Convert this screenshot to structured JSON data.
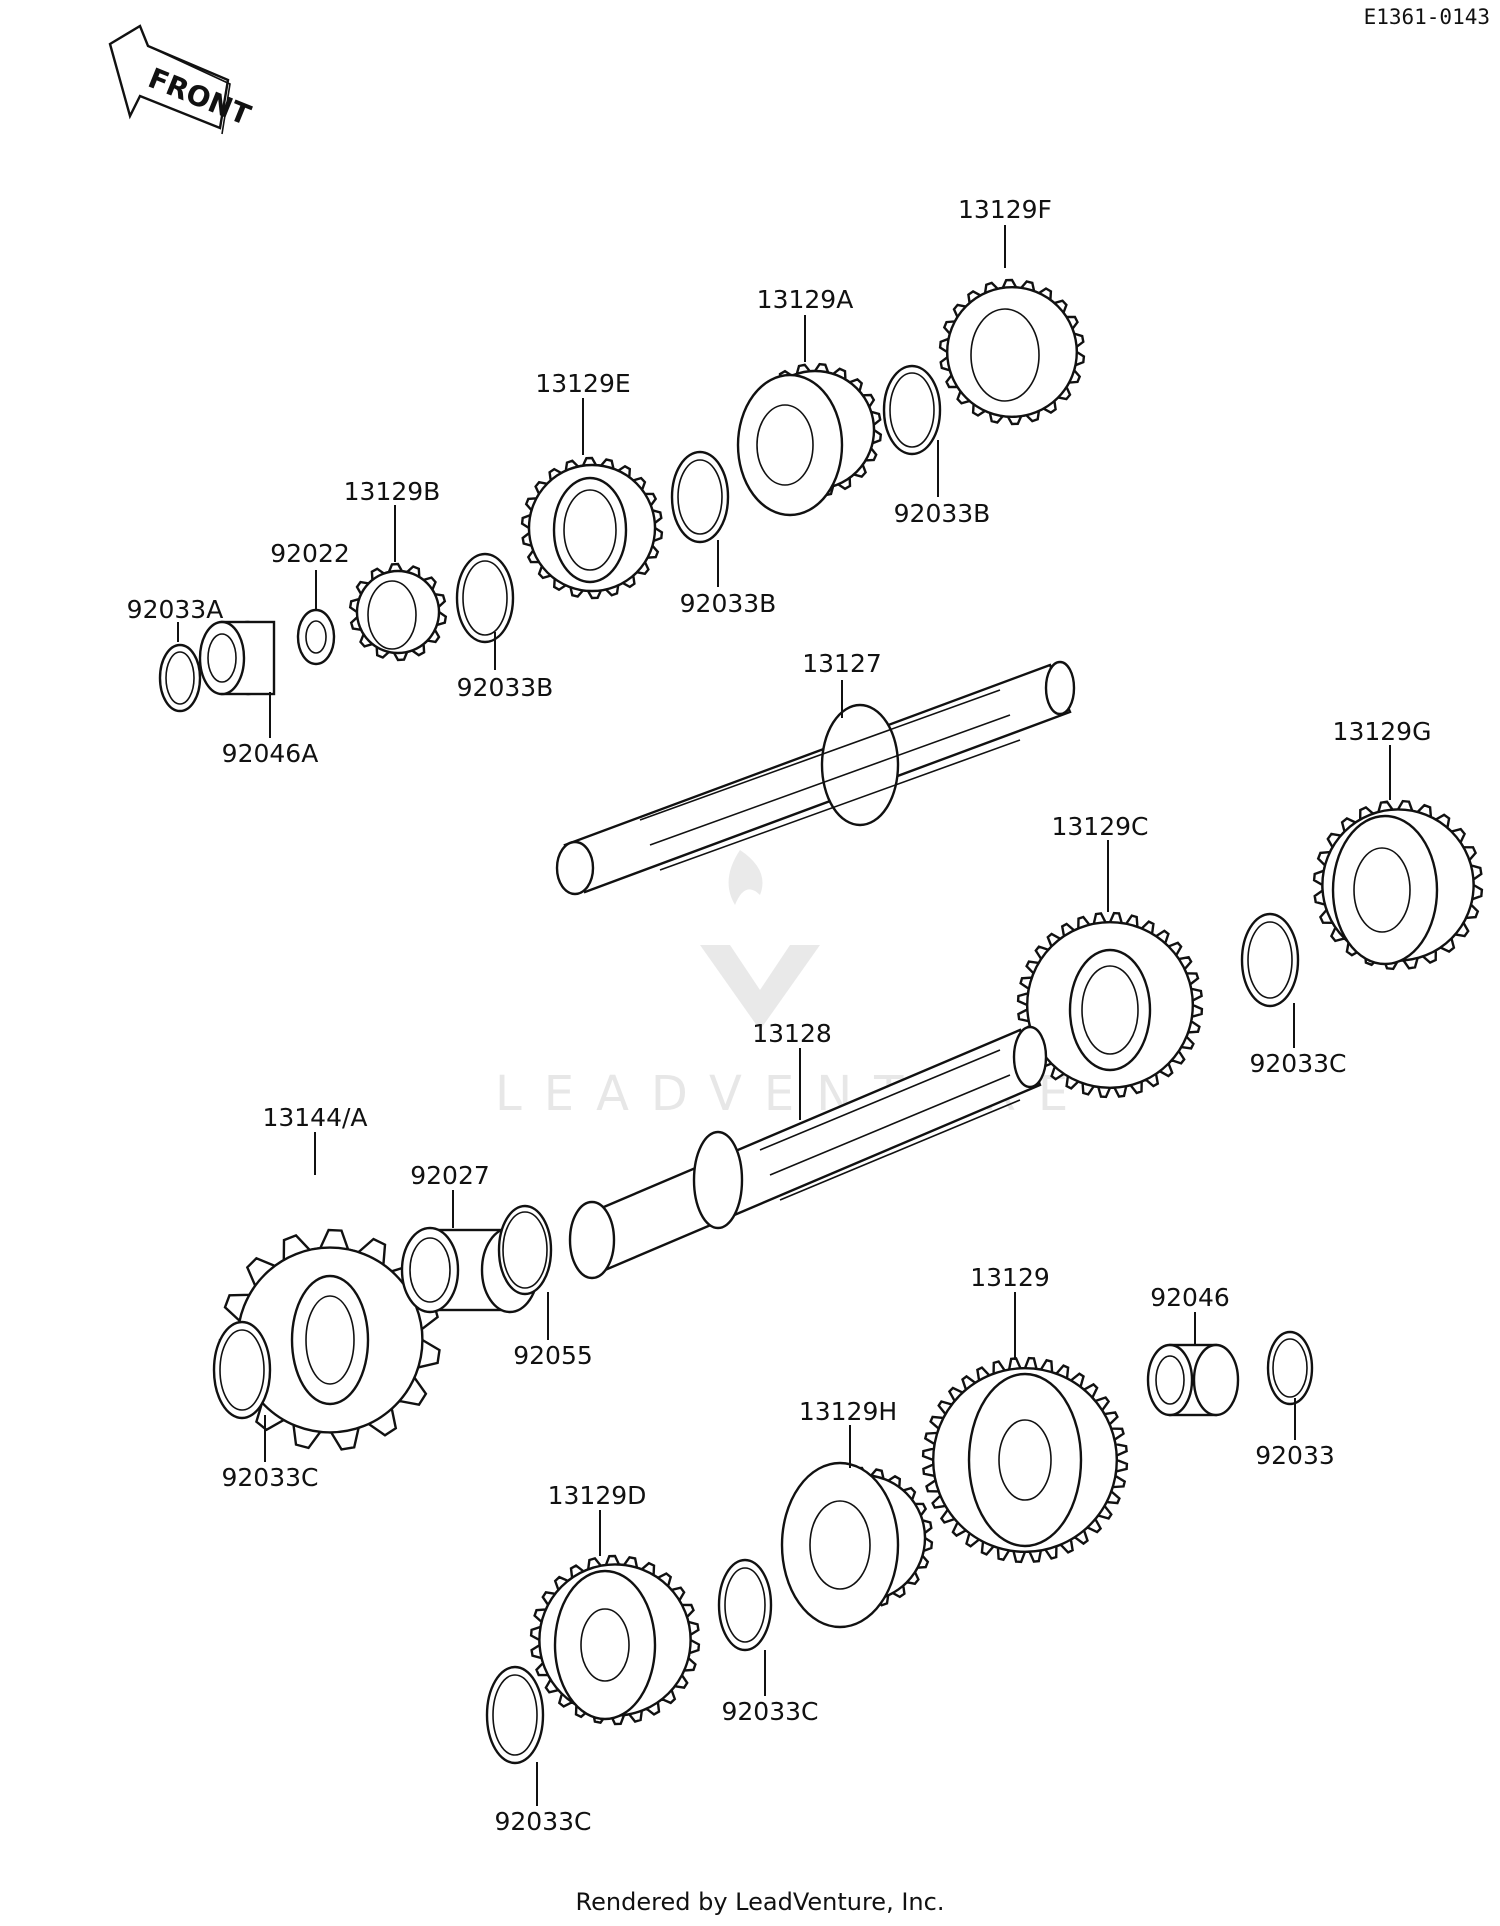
{
  "diagram_code": "E1361-0143",
  "direction_marker": "FRONT",
  "footer": "Rendered by LeadVenture, Inc.",
  "watermark": "LEADVENTURE",
  "callouts": [
    {
      "id": "p-13129F",
      "label": "13129F"
    },
    {
      "id": "p-13129A",
      "label": "13129A"
    },
    {
      "id": "p-13129E",
      "label": "13129E"
    },
    {
      "id": "p-92033B-a",
      "label": "92033B"
    },
    {
      "id": "p-92033B-b",
      "label": "92033B"
    },
    {
      "id": "p-13129B",
      "label": "13129B"
    },
    {
      "id": "p-92022",
      "label": "92022"
    },
    {
      "id": "p-92033A",
      "label": "92033A"
    },
    {
      "id": "p-92033B-c",
      "label": "92033B"
    },
    {
      "id": "p-92046A",
      "label": "92046A"
    },
    {
      "id": "p-13127",
      "label": "13127"
    },
    {
      "id": "p-13129G",
      "label": "13129G"
    },
    {
      "id": "p-13129C",
      "label": "13129C"
    },
    {
      "id": "p-92033C-a",
      "label": "92033C"
    },
    {
      "id": "p-13128",
      "label": "13128"
    },
    {
      "id": "p-13144A",
      "label": "13144/A"
    },
    {
      "id": "p-92027",
      "label": "92027"
    },
    {
      "id": "p-92055",
      "label": "92055"
    },
    {
      "id": "p-92033C-b",
      "label": "92033C"
    },
    {
      "id": "p-13129",
      "label": "13129"
    },
    {
      "id": "p-92046",
      "label": "92046"
    },
    {
      "id": "p-92033",
      "label": "92033"
    },
    {
      "id": "p-13129H",
      "label": "13129H"
    },
    {
      "id": "p-13129D",
      "label": "13129D"
    },
    {
      "id": "p-92033C-c",
      "label": "92033C"
    },
    {
      "id": "p-92033C-d",
      "label": "92033C"
    }
  ]
}
